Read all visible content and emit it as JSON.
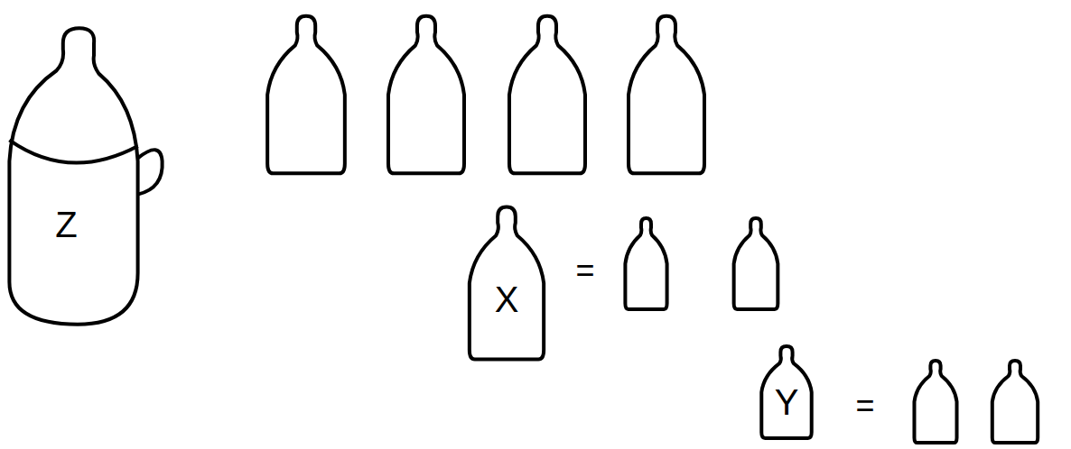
{
  "diagram": {
    "nodes": [
      {
        "text": [
          "Z"
        ]
      },
      {
        "text": [
          "X"
        ]
      },
      {
        "text": [
          "Y"
        ]
      }
    ],
    "labels": [
      "=",
      "="
    ]
  }
}
